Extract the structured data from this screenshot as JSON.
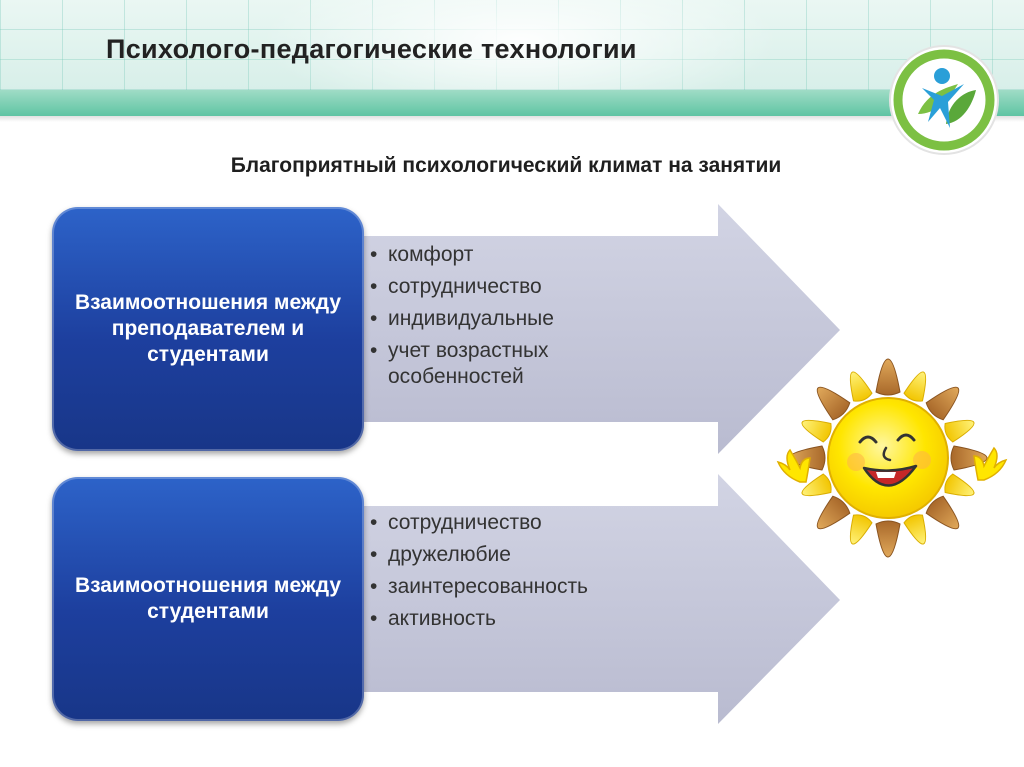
{
  "header": {
    "title": "Психолого-педагогические технологии"
  },
  "logo": {
    "icon": "person-leaf-logo-icon"
  },
  "subtitle": "Благоприятный психологический климат на занятии",
  "blocks": [
    {
      "heading": "Взаимоотношения между преподавателем и студентами",
      "items": [
        "комфорт",
        "сотрудничество",
        "индивидуальные",
        "учет возрастных особенностей"
      ]
    },
    {
      "heading": "Взаимоотношения между студентами",
      "items": [
        "сотрудничество",
        "дружелюбие",
        "заинтересованность",
        "активность"
      ]
    }
  ],
  "colors": {
    "box_blue": "#1d3f9e",
    "arrow_fill": "#c4c6da",
    "header_band": "#5fc4a3",
    "sun_yellow": "#ffe600",
    "ray_brown": "#c8863a"
  },
  "decoration": {
    "icon": "smiling-sun-icon"
  }
}
